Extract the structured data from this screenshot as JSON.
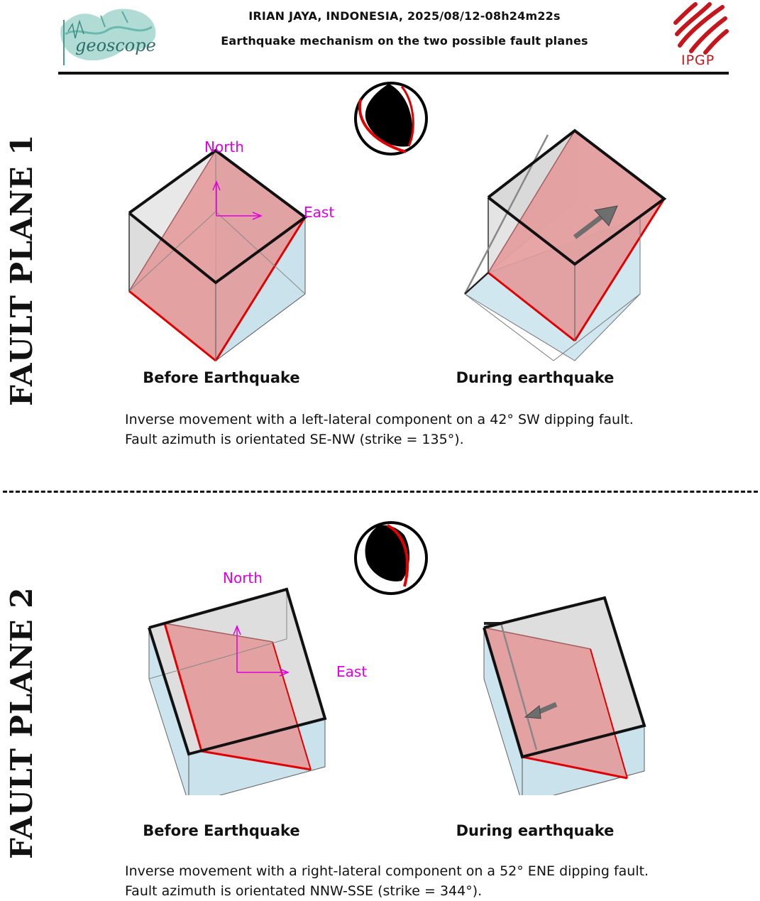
{
  "header": {
    "title": "IRIAN JAYA, INDONESIA, 2025/08/12-08h24m22s",
    "subtitle": "Earthquake mechanism on the two possible fault planes",
    "left_logo": "geoscope",
    "right_logo": "IPGP"
  },
  "colors": {
    "fault_plane": "#e49898",
    "fault_edge": "#e00000",
    "block_top": "#d6d6d6",
    "block_side": "#c6e2ec",
    "axis_magenta": "#e000e0",
    "arrow_gray": "#6e6e6e"
  },
  "plane1": {
    "side_label": "FAULT PLANE 1",
    "axis_north": "North",
    "axis_east": "East",
    "before_label": "Before Earthquake",
    "during_label": "During earthquake",
    "description_line1": "Inverse movement with a left-lateral component on a 42° SW dipping fault.",
    "description_line2": "Fault azimuth is orientated SE-NW (strike = 135°)."
  },
  "plane2": {
    "side_label": "FAULT PLANE 2",
    "axis_north": "North",
    "axis_east": "East",
    "before_label": "Before Earthquake",
    "during_label": "During earthquake",
    "description_line1": "Inverse movement with a right-lateral component on a 52° ENE dipping fault.",
    "description_line2": "Fault azimuth is orientated NNW-SSE (strike = 344°)."
  }
}
